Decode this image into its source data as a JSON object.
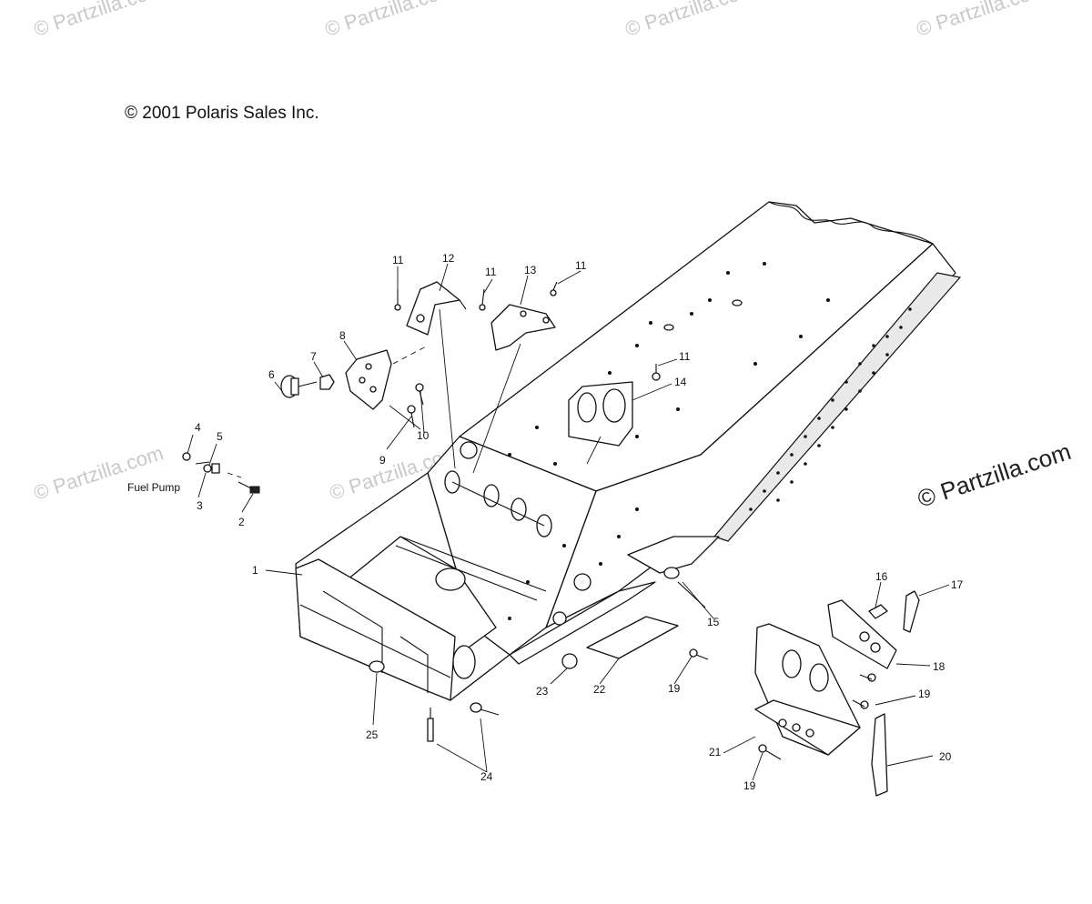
{
  "watermark": {
    "text": "© Partzilla.com",
    "corner_text": "© Partzilla.com"
  },
  "copyright": "© 2001 Polaris Sales Inc.",
  "labels": {
    "fuel_pump": "Fuel Pump"
  },
  "callouts": [
    {
      "id": "c1",
      "text": "1"
    },
    {
      "id": "c2",
      "text": "2"
    },
    {
      "id": "c3",
      "text": "3"
    },
    {
      "id": "c4",
      "text": "4"
    },
    {
      "id": "c5",
      "text": "5"
    },
    {
      "id": "c6",
      "text": "6"
    },
    {
      "id": "c7",
      "text": "7"
    },
    {
      "id": "c8",
      "text": "8"
    },
    {
      "id": "c9",
      "text": "9"
    },
    {
      "id": "c10",
      "text": "10"
    },
    {
      "id": "c11a",
      "text": "11"
    },
    {
      "id": "c11b",
      "text": "11"
    },
    {
      "id": "c11c",
      "text": "11"
    },
    {
      "id": "c11d",
      "text": "11"
    },
    {
      "id": "c12",
      "text": "12"
    },
    {
      "id": "c13",
      "text": "13"
    },
    {
      "id": "c14",
      "text": "14"
    },
    {
      "id": "c15",
      "text": "15"
    },
    {
      "id": "c16",
      "text": "16"
    },
    {
      "id": "c17",
      "text": "17"
    },
    {
      "id": "c18",
      "text": "18"
    },
    {
      "id": "c19a",
      "text": "19"
    },
    {
      "id": "c19b",
      "text": "19"
    },
    {
      "id": "c19c",
      "text": "19"
    },
    {
      "id": "c20",
      "text": "20"
    },
    {
      "id": "c21",
      "text": "21"
    },
    {
      "id": "c22",
      "text": "22"
    },
    {
      "id": "c23",
      "text": "23"
    },
    {
      "id": "c24",
      "text": "24"
    },
    {
      "id": "c25",
      "text": "25"
    }
  ]
}
